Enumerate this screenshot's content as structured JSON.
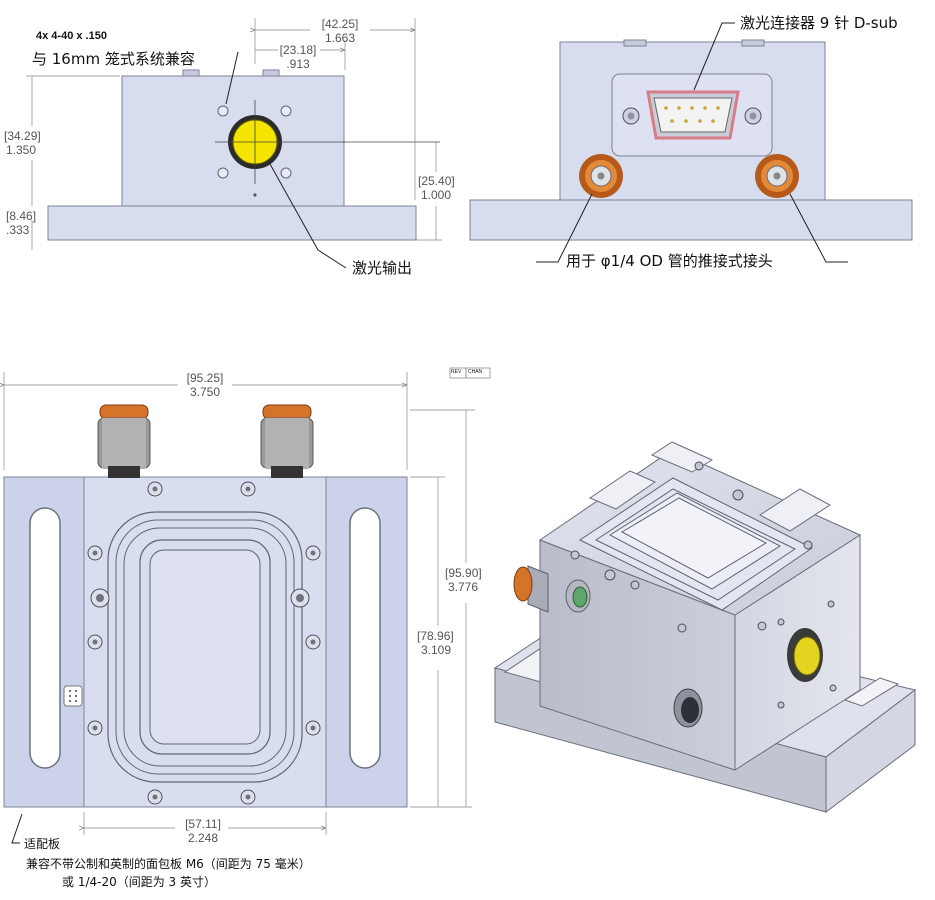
{
  "front_view": {
    "note_line1": "4x 4-40 x .150",
    "note_line2": "与 16mm 笼式系统兼容",
    "dim_width": {
      "mm": "[42.25]",
      "in": "1.663"
    },
    "dim_offset": {
      "mm": "[23.18]",
      "in": ".913"
    },
    "dim_height": {
      "mm": "[34.29]",
      "in": "1.350"
    },
    "dim_base": {
      "mm": "[8.46]",
      "in": ".333"
    },
    "dim_axis": {
      "mm": "[25.40]",
      "in": "1.000"
    },
    "laser_output_label": "激光输出"
  },
  "back_view": {
    "connector_label": "激光连接器 9 针 D-sub",
    "fitting_label": "用于 φ1/4 OD 管的推接式接头"
  },
  "top_view": {
    "dim_total_width": {
      "mm": "[95.25]",
      "in": "3.750"
    },
    "dim_total_height": {
      "mm": "[95.90]",
      "in": "3.776"
    },
    "dim_body_height": {
      "mm": "[78.96]",
      "in": "3.109"
    },
    "dim_body_width": {
      "mm": "[57.11]",
      "in": "2.248"
    },
    "rev_label": "REV",
    "chan_label": "CHAN",
    "adapter_label": "适配板",
    "breadboard_line1": "兼容不带公制和英制的面包板 M6（间距为 75 毫米）",
    "breadboard_line2": "或 1/4-20（间距为 3 英寸）"
  },
  "colors": {
    "body": "#d7dcef",
    "body_stroke": "#7d8294",
    "lens": "#f4e400",
    "fitting": "#d9762a",
    "leader": "#222222"
  }
}
